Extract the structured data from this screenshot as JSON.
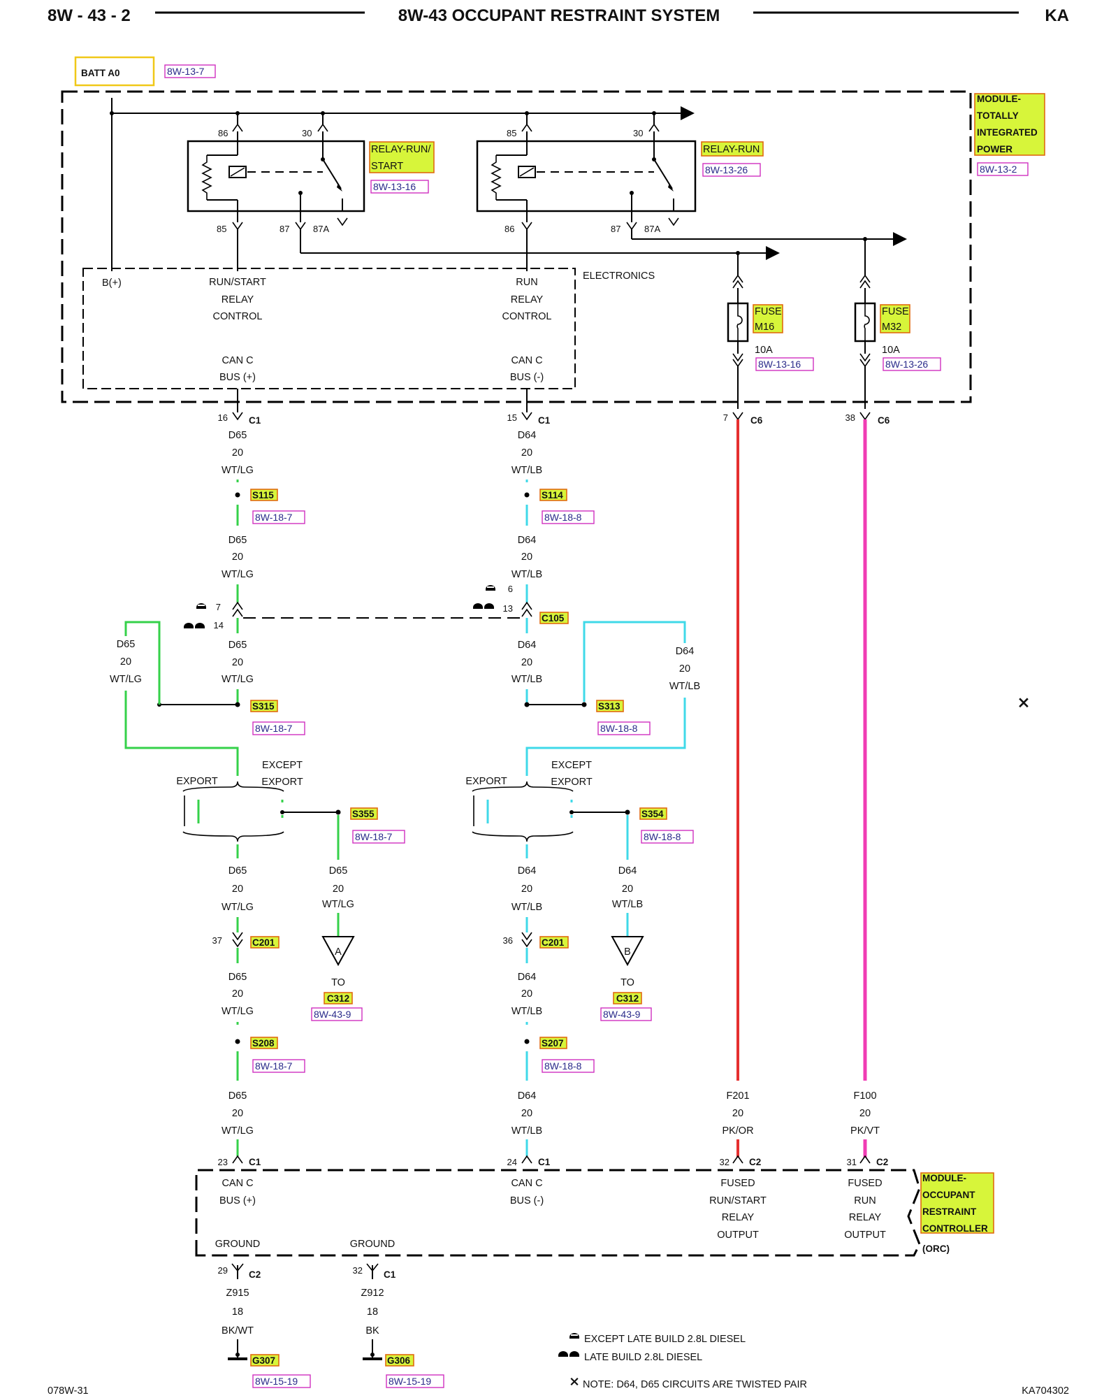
{
  "header": {
    "left": "8W - 43 - 2",
    "title": "8W-43 OCCUPANT RESTRAINT SYSTEM",
    "right": "KA"
  },
  "footer": {
    "left": "078W-31",
    "right": "KA704302"
  },
  "batt": {
    "label": "BATT A0",
    "ref": "8W-13-7"
  },
  "tipm": {
    "title_lines": [
      "MODULE-",
      "TOTALLY",
      "INTEGRATED",
      "POWER"
    ],
    "ref": "8W-13-2",
    "electronics_label": "ELECTRONICS",
    "bplus": "B(+)",
    "run_start_control": [
      "RUN/START",
      "RELAY",
      "CONTROL"
    ],
    "run_control": [
      "RUN",
      "RELAY",
      "CONTROL"
    ],
    "canc_pos": [
      "CAN C",
      "BUS (+)"
    ],
    "canc_neg": [
      "CAN C",
      "BUS (-)"
    ]
  },
  "relay_runstart": {
    "label_lines": [
      "RELAY-RUN/",
      "START"
    ],
    "ref": "8W-13-16",
    "pins": {
      "p86": "86",
      "p30": "30",
      "p85": "85",
      "p87": "87",
      "p87a": "87A"
    }
  },
  "relay_run": {
    "label": "RELAY-RUN",
    "ref": "8W-13-26",
    "pins": {
      "p85": "85",
      "p30": "30",
      "p86": "86",
      "p87": "87",
      "p87a": "87A"
    }
  },
  "fuse_m16": {
    "label_lines": [
      "FUSE",
      "M16"
    ],
    "rating": "10A",
    "ref": "8W-13-16"
  },
  "fuse_m32": {
    "label_lines": [
      "FUSE",
      "M32"
    ],
    "rating": "10A",
    "ref": "8W-13-26"
  },
  "connectors": {
    "tipm_d65": {
      "pin": "16",
      "id": "C1"
    },
    "tipm_d64": {
      "pin": "15",
      "id": "C1"
    },
    "tipm_f201": {
      "pin": "7",
      "id": "C6"
    },
    "tipm_f100": {
      "pin": "38",
      "id": "C6"
    },
    "c105_d65_top": "7",
    "c105_d65_bot": "14",
    "c105_d64_top": "6",
    "c105_d64_bot": "13",
    "c105": "C105",
    "c201_d65": {
      "pin": "37",
      "id": "C201"
    },
    "c201_d64": {
      "pin": "36",
      "id": "C201"
    },
    "orc_d65": {
      "pin": "23",
      "id": "C1"
    },
    "orc_d64": {
      "pin": "24",
      "id": "C1"
    },
    "orc_f201": {
      "pin": "32",
      "id": "C2"
    },
    "orc_f100": {
      "pin": "31",
      "id": "C2"
    },
    "orc_gnd1": {
      "pin": "29",
      "id": "C2"
    },
    "orc_gnd2": {
      "pin": "32",
      "id": "C1"
    }
  },
  "wires": {
    "d65": [
      "D65",
      "20",
      "WT/LG"
    ],
    "d64": [
      "D64",
      "20",
      "WT/LB"
    ],
    "f201": [
      "F201",
      "20",
      "PK/OR"
    ],
    "f100": [
      "F100",
      "20",
      "PK/VT"
    ],
    "z915": [
      "Z915",
      "18",
      "BK/WT"
    ],
    "z912": [
      "Z912",
      "18",
      "BK"
    ]
  },
  "splices": {
    "s115": {
      "id": "S115",
      "ref": "8W-18-7"
    },
    "s114": {
      "id": "S114",
      "ref": "8W-18-8"
    },
    "s315": {
      "id": "S315",
      "ref": "8W-18-7"
    },
    "s313": {
      "id": "S313",
      "ref": "8W-18-8"
    },
    "s355": {
      "id": "S355",
      "ref": "8W-18-7"
    },
    "s354": {
      "id": "S354",
      "ref": "8W-18-8"
    },
    "s208": {
      "id": "S208",
      "ref": "8W-18-7"
    },
    "s207": {
      "id": "S207",
      "ref": "8W-18-8"
    }
  },
  "options": {
    "export": "EXPORT",
    "except": "EXCEPT",
    "export2": "EXPORT"
  },
  "to_c312_a": {
    "letter": "A",
    "to": "TO",
    "conn": "C312",
    "ref": "8W-43-9"
  },
  "to_c312_b": {
    "letter": "B",
    "to": "TO",
    "conn": "C312",
    "ref": "8W-43-9"
  },
  "orc": {
    "title_lines": [
      "MODULE-",
      "OCCUPANT",
      "RESTRAINT",
      "CONTROLLER"
    ],
    "abbr": "(ORC)",
    "canc_pos": [
      "CAN C",
      "BUS (+)"
    ],
    "canc_neg": [
      "CAN C",
      "BUS (-)"
    ],
    "fused_runstart": [
      "FUSED",
      "RUN/START",
      "RELAY",
      "OUTPUT"
    ],
    "fused_run": [
      "FUSED",
      "RUN",
      "RELAY",
      "OUTPUT"
    ],
    "ground": "GROUND"
  },
  "grounds": {
    "g307": {
      "id": "G307",
      "ref": "8W-15-19"
    },
    "g306": {
      "id": "G306",
      "ref": "8W-15-19"
    }
  },
  "notes": {
    "except_late": "EXCEPT LATE BUILD 2.8L DIESEL",
    "late": "LATE BUILD 2.8L DIESEL",
    "note": "NOTE:  D64, D65    CIRCUITS ARE TWISTED PAIR"
  },
  "colors": {
    "d65_wire": "#35d14a",
    "d64_wire": "#3fd9e8",
    "f201_wire": "#e53030",
    "f100_wire": "#f03cb4",
    "highlight_fill": "#d7f53a",
    "highlight_border": "#e06a10",
    "ref_border": "#d030c0"
  },
  "icons": {
    "twisted_pair": "twisted-pair-x-icon",
    "except_late": "single-helmet-icon",
    "late": "double-helmet-icon"
  }
}
